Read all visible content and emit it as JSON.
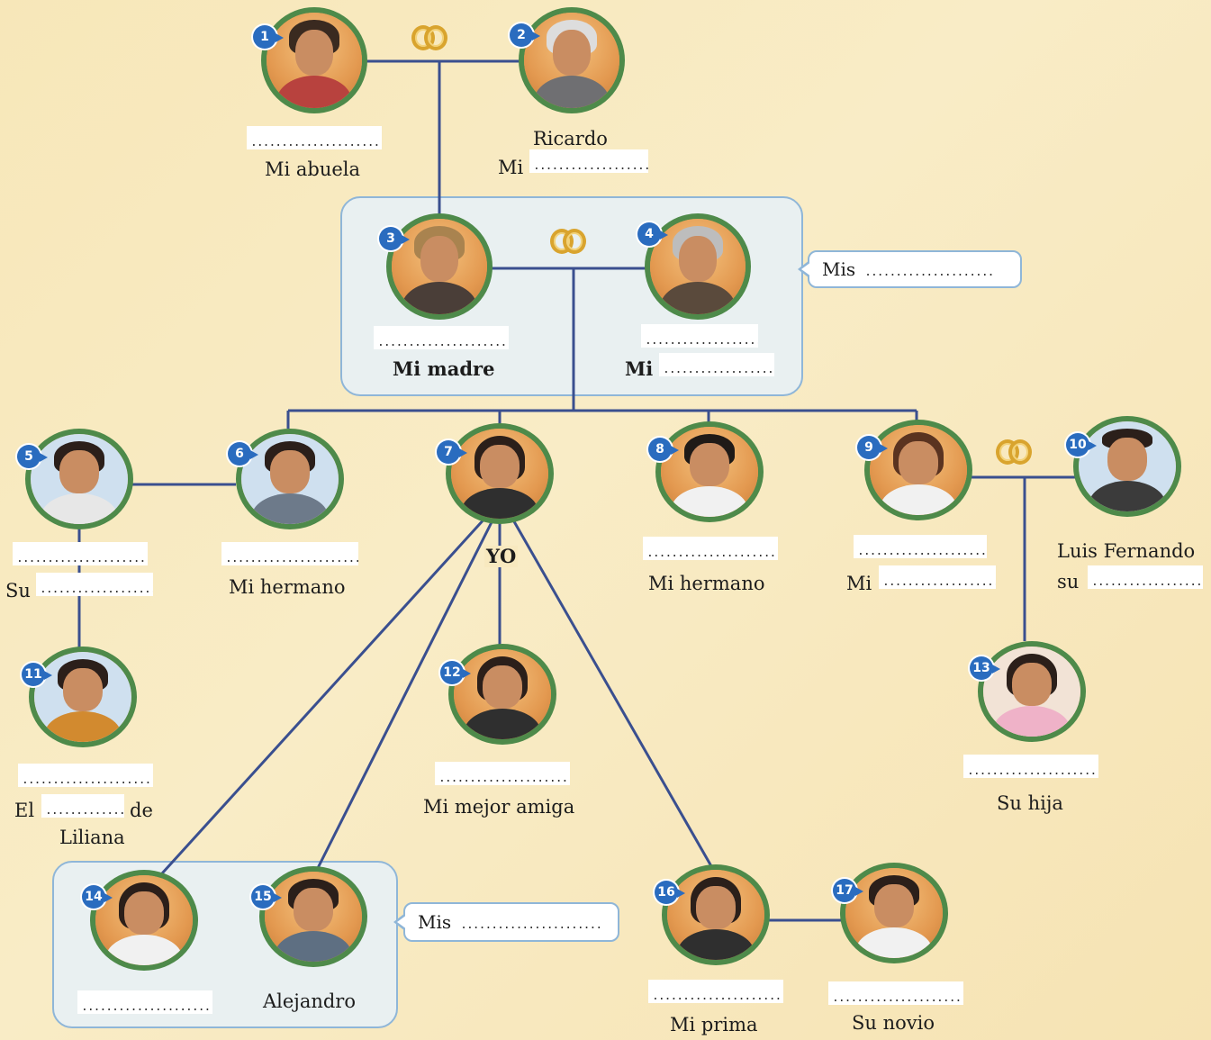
{
  "people": [
    {
      "num": "1"
    },
    {
      "num": "2"
    },
    {
      "num": "3"
    },
    {
      "num": "4"
    },
    {
      "num": "5"
    },
    {
      "num": "6"
    },
    {
      "num": "7"
    },
    {
      "num": "8"
    },
    {
      "num": "9"
    },
    {
      "num": "10"
    },
    {
      "num": "11"
    },
    {
      "num": "12"
    },
    {
      "num": "13"
    },
    {
      "num": "14"
    },
    {
      "num": "15"
    },
    {
      "num": "16"
    },
    {
      "num": "17"
    }
  ],
  "blank": "..........................",
  "labels": {
    "p1": "Mi abuela",
    "p2_name": "Ricardo",
    "p2": "Mi",
    "p3": "Mi madre",
    "p4": "Mi",
    "p5": "Su",
    "p6": "Mi hermano",
    "p7": "YO",
    "p8": "Mi hermano",
    "p9": "Mi",
    "p10_name": "Luis Fernando",
    "p10": "su",
    "p11_a": "El",
    "p11_b": "de",
    "p11_c": "Liliana",
    "p12": "Mi mejor amiga",
    "p13": "Su hija",
    "p15": "Alejandro",
    "p16": "Mi prima",
    "p17": "Su novio"
  },
  "callouts": {
    "parents": "Mis",
    "friends": "Mis"
  },
  "colors": {
    "line": "#3a4f8f",
    "ring": "#4e8a4a",
    "badge": "#2a6cbf",
    "box_fill": "#e9f0f1",
    "box_border": "#8fb6d8",
    "background": "#f7e7b9"
  },
  "icons": [
    "wedding-rings-icon",
    "wedding-rings-icon",
    "wedding-rings-icon"
  ]
}
